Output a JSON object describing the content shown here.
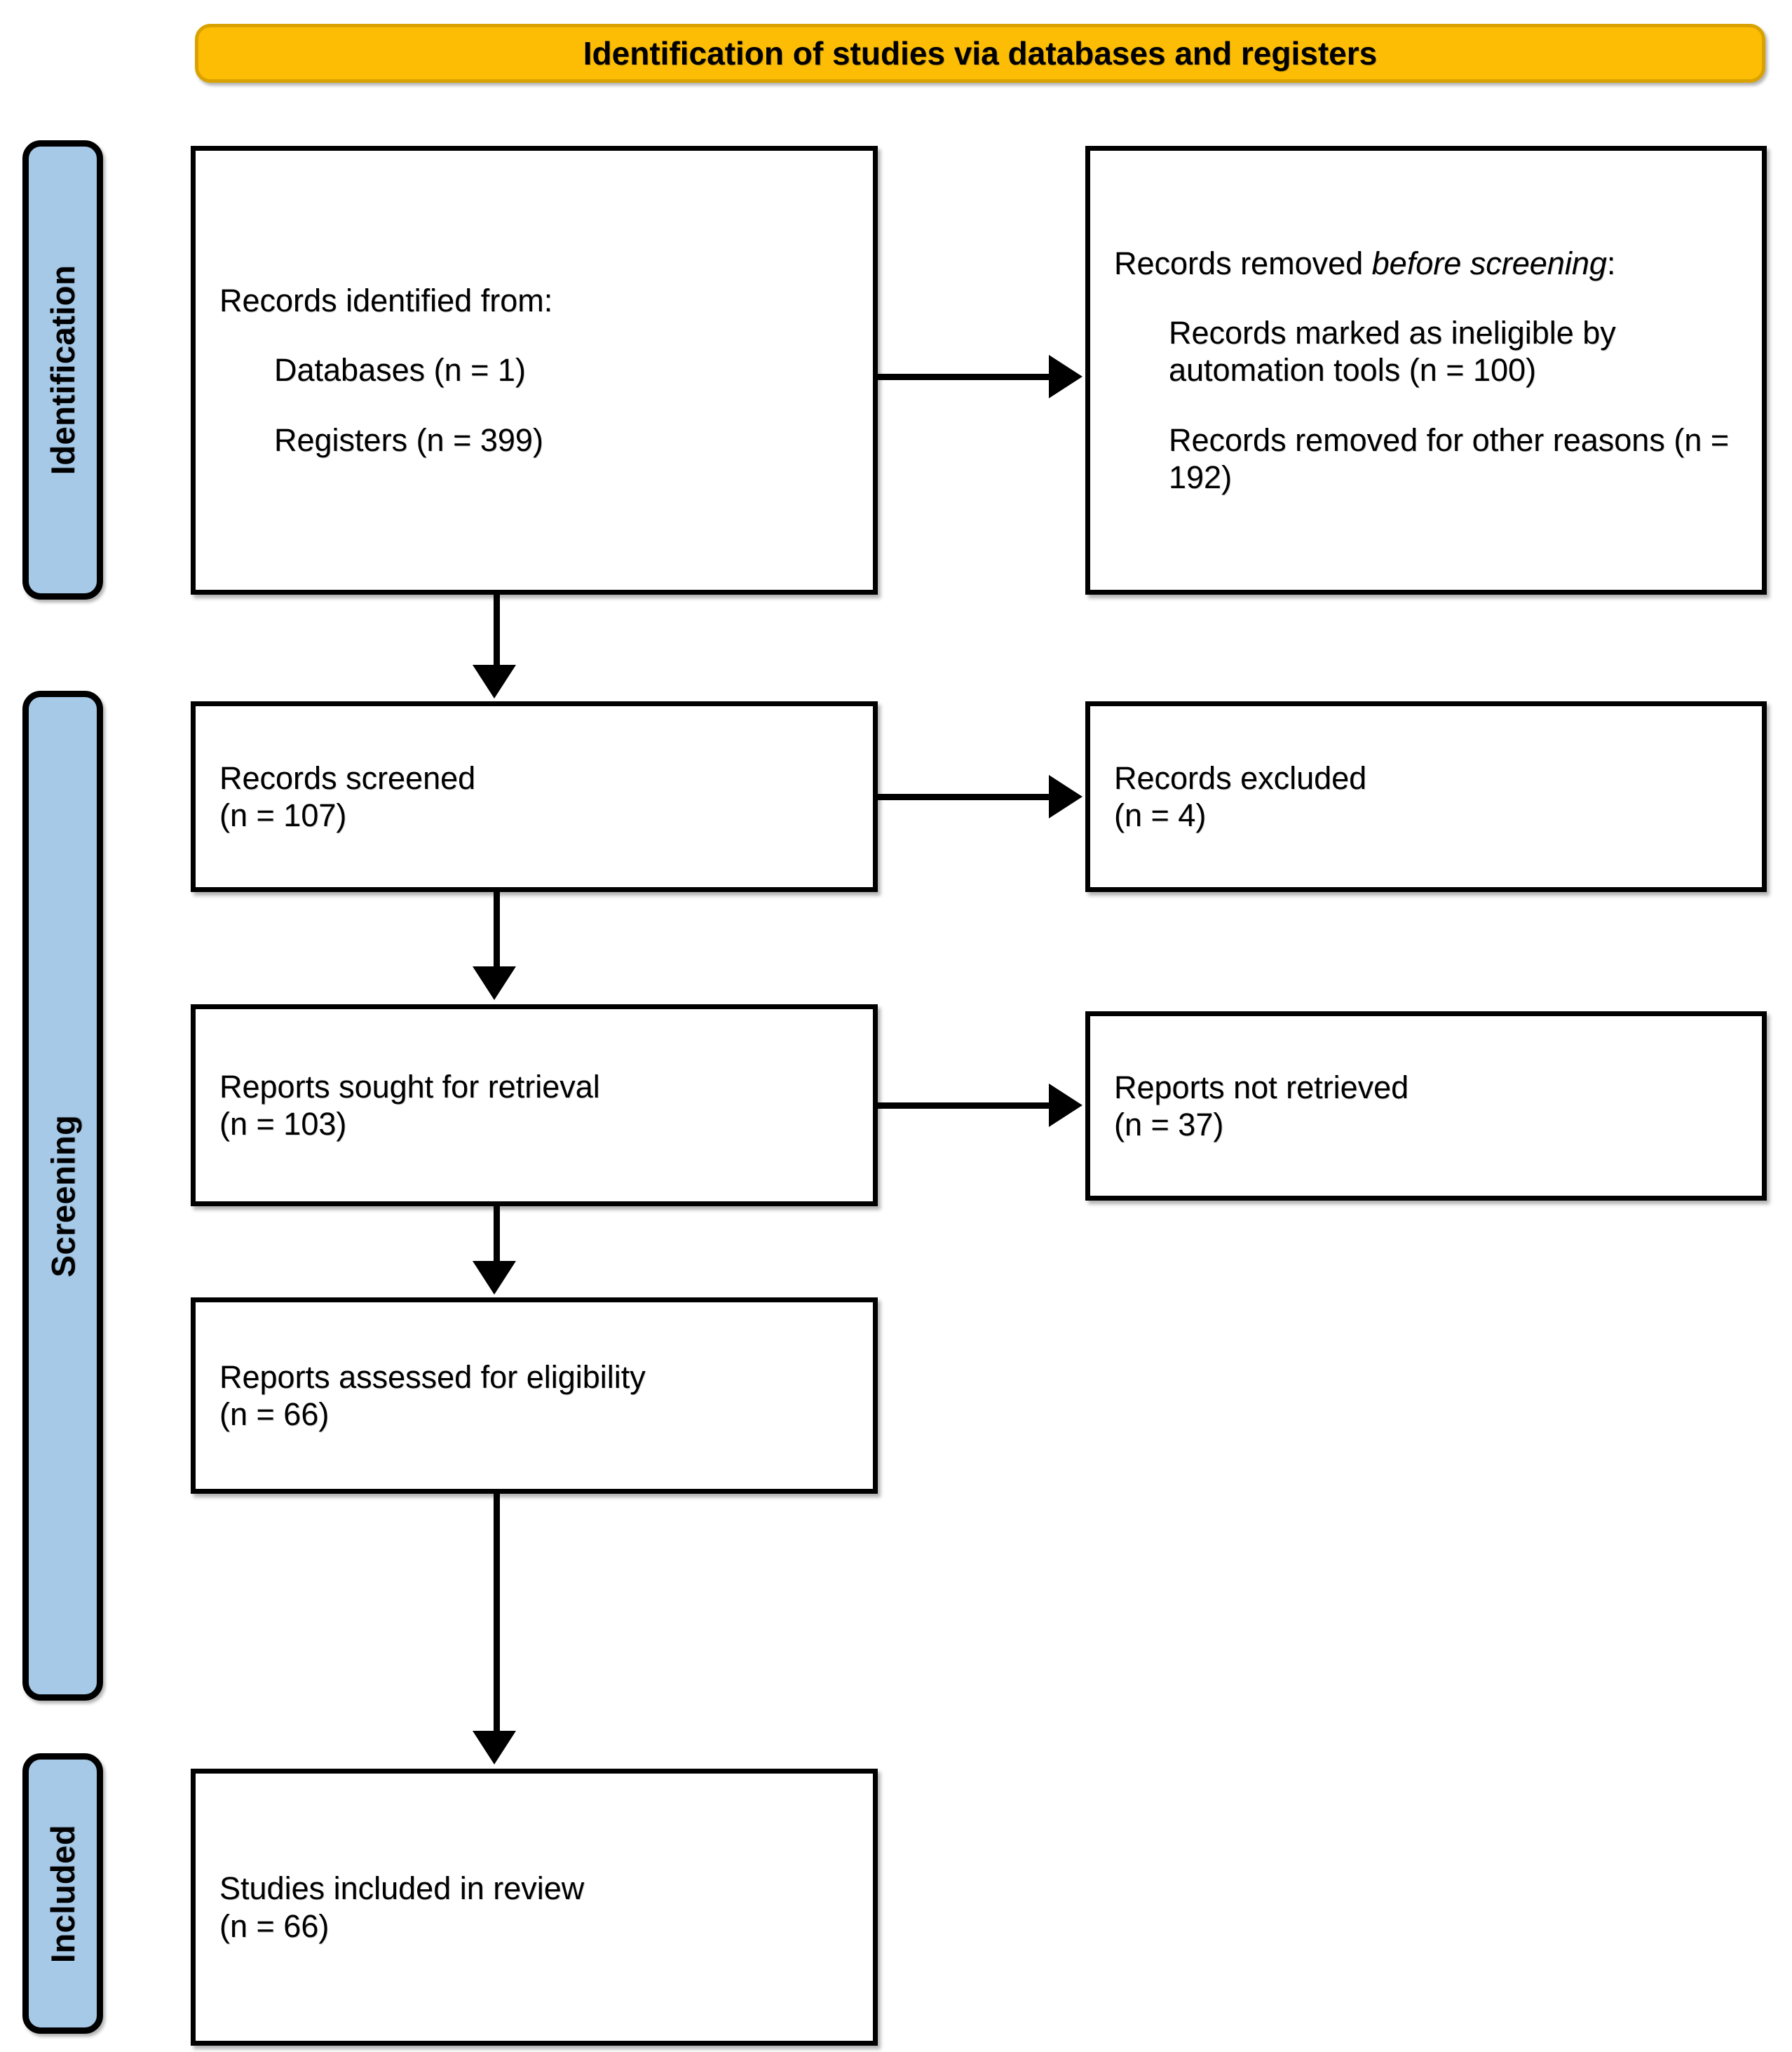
{
  "diagram": {
    "kind": "prisma-flow-diagram",
    "header": {
      "title": "Identification of studies via databases and registers"
    },
    "colors": {
      "header_fill": "#FCBD04",
      "header_border": "#D9A200",
      "stage_tab_fill": "#A6C9E8",
      "box_border": "#000000",
      "box_fill": "#FFFFFF",
      "connector": "#000000"
    },
    "stages": [
      {
        "id": "identification",
        "label": "Identification"
      },
      {
        "id": "screening",
        "label": "Screening"
      },
      {
        "id": "included",
        "label": "Included"
      }
    ],
    "boxes": {
      "identified": {
        "title": "Records identified from:",
        "items": [
          "Databases (n = 1)",
          "Registers (n = 399)"
        ]
      },
      "removed_before_screening": {
        "title_plain": "Records removed ",
        "title_italic": "before screening",
        "title_suffix": ":",
        "items": [
          "Records marked as ineligible by automation tools (n = 100)",
          "Records removed for other reasons (n = 192)"
        ]
      },
      "screened": {
        "title": "Records screened",
        "count": "(n = 107)"
      },
      "excluded": {
        "title": "Records excluded",
        "count": "(n = 4)"
      },
      "sought": {
        "title": "Reports sought for retrieval",
        "count": "(n = 103)"
      },
      "not_retrieved": {
        "title": "Reports not retrieved",
        "count": "(n = 37)"
      },
      "assessed": {
        "title": "Reports assessed for eligibility",
        "count": "(n = 66)"
      },
      "included": {
        "title": "Studies included in review",
        "count": "(n = 66)"
      }
    },
    "connectors": [
      {
        "id": "identified-to-removed",
        "direction": "right"
      },
      {
        "id": "identified-to-screened",
        "direction": "down"
      },
      {
        "id": "screened-to-excluded",
        "direction": "right"
      },
      {
        "id": "screened-to-sought",
        "direction": "down"
      },
      {
        "id": "sought-to-not-retrieved",
        "direction": "right"
      },
      {
        "id": "sought-to-assessed",
        "direction": "down"
      },
      {
        "id": "assessed-to-included",
        "direction": "down"
      }
    ]
  }
}
